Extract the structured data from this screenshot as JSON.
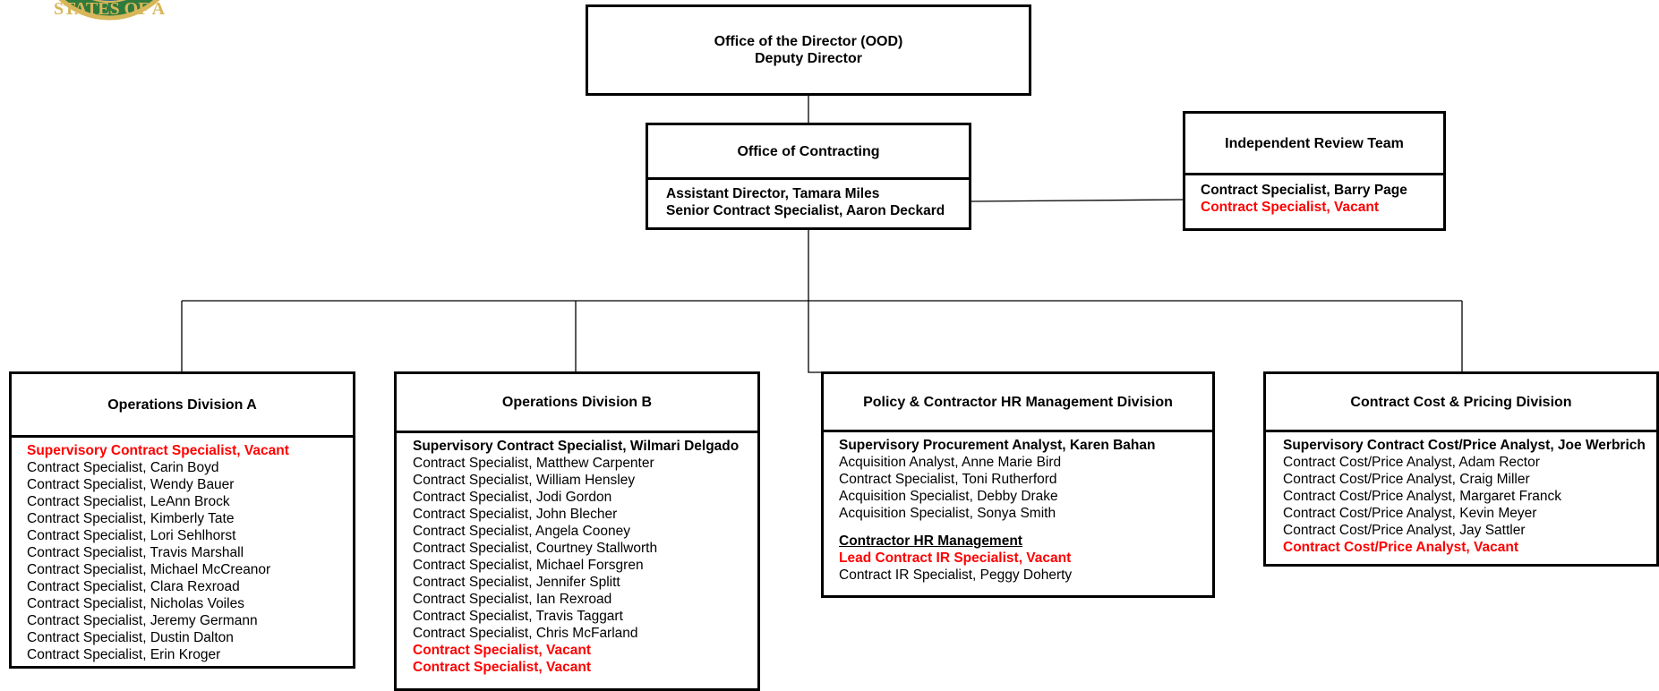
{
  "seal": {
    "text": "STATES OF A"
  },
  "ood": {
    "line1": "Office of the Director (OOD)",
    "line2": "Deputy Director"
  },
  "contracting": {
    "title": "Office of Contracting",
    "line1": "Assistant Director, Tamara Miles",
    "line2": "Senior Contract Specialist, Aaron Deckard"
  },
  "irt": {
    "title": "Independent Review Team",
    "line1": "Contract Specialist, Barry Page",
    "line2": "Contract Specialist, Vacant"
  },
  "opsA": {
    "title": "Operations Division A",
    "items": [
      "Supervisory Contract Specialist, Vacant",
      "Contract Specialist, Carin Boyd",
      "Contract Specialist, Wendy Bauer",
      "Contract Specialist, LeAnn Brock",
      "Contract Specialist, Kimberly Tate",
      "Contract Specialist, Lori Sehlhorst",
      "Contract Specialist, Travis Marshall",
      "Contract Specialist, Michael McCreanor",
      "Contract Specialist, Clara Rexroad",
      "Contract Specialist, Nicholas Voiles",
      "Contract Specialist, Jeremy Germann",
      "Contract Specialist, Dustin Dalton",
      "Contract Specialist, Erin Kroger"
    ]
  },
  "opsB": {
    "title": "Operations Division B",
    "items": [
      "Supervisory Contract Specialist, Wilmari Delgado",
      "Contract Specialist, Matthew Carpenter",
      "Contract Specialist, William Hensley",
      "Contract Specialist, Jodi Gordon",
      "Contract Specialist, John Blecher",
      "Contract Specialist, Angela Cooney",
      "Contract Specialist, Courtney Stallworth",
      "Contract Specialist, Michael Forsgren",
      "Contract Specialist, Jennifer Splitt",
      "Contract Specialist, Ian Rexroad",
      "Contract Specialist, Travis Taggart",
      "Contract Specialist, Chris McFarland",
      "Contract Specialist, Vacant",
      "Contract Specialist, Vacant"
    ]
  },
  "policy": {
    "title": "Policy & Contractor HR Management Division",
    "items": [
      "Supervisory Procurement Analyst, Karen Bahan",
      "Acquisition Analyst, Anne Marie Bird",
      "Contract Specialist, Toni Rutherford",
      "Acquisition Specialist, Debby Drake",
      "Acquisition Specialist, Sonya Smith"
    ],
    "sub_heading": "Contractor HR Management",
    "sub_items": [
      "Lead Contract IR Specialist, Vacant",
      "Contract IR Specialist, Peggy Doherty"
    ]
  },
  "cost": {
    "title": "Contract Cost & Pricing Division",
    "items": [
      "Supervisory Contract Cost/Price Analyst, Joe Werbrich",
      "Contract Cost/Price Analyst, Adam Rector",
      "Contract Cost/Price Analyst, Craig Miller",
      "Contract Cost/Price Analyst, Margaret Franck",
      "Contract Cost/Price Analyst, Kevin Meyer",
      "Contract Cost/Price Analyst, Jay Sattler",
      "Contract Cost/Price Analyst, Vacant"
    ]
  },
  "colors": {
    "vacant": "#ff0000",
    "line": "#000000",
    "seal_green": "#2f7a3c",
    "seal_gold": "#d8b65a"
  }
}
